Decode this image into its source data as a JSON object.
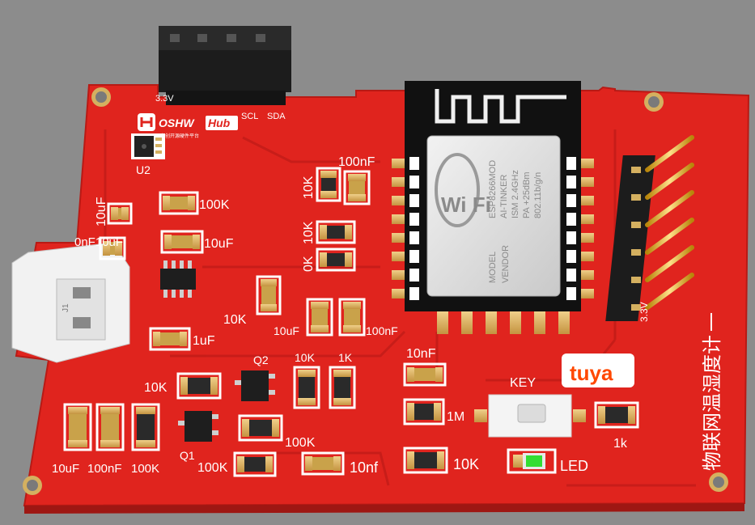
{
  "board": {
    "pcb_color": "#e0241e",
    "background_color": "#8c8c8c",
    "vertical_title": "物联网温湿度计",
    "vertical_title_suffix": "一",
    "header_labels": {
      "v33": "3.3V",
      "scl": "SCL",
      "sda": "SDA",
      "right_v33": "3.3V"
    }
  },
  "logo": {
    "brand_left": "OSHW",
    "brand_right": "Hub",
    "tagline": "立创开源硬件平台"
  },
  "module": {
    "line1": "ESP8266MOD",
    "line2": "AI-TINKER",
    "line3": "ISM   2.4GHz",
    "line4": "PA   +25dBm",
    "line5": "802.11b/g/n",
    "model_label": "MODEL",
    "vendor_label": "VENDOR",
    "wifi_text": "Wi Fi"
  },
  "tuya": {
    "text": "tuya"
  },
  "labels": {
    "u2": "U2",
    "q1": "Q1",
    "q2": "Q2",
    "key": "KEY",
    "led": "LED",
    "j1": "J1",
    "c_100k_top": "100K",
    "c_10uf_left": "10uF",
    "c_10uf_left2": "0nF10uF",
    "c_10uf_mid": "10uF",
    "c_1uf": "1uF",
    "r_10k_mid": "10K",
    "r_10k_a": "10K",
    "r_100nf_top": "100nF",
    "r_10k_b": "10K",
    "r_0k": "0K",
    "c_10uf_low": "10uF",
    "c_100nf_low": "100nF",
    "r_10k_q": "10K",
    "r_10k_q2": "10K",
    "r_1k_q2": "1K",
    "r_100k_q": "100K",
    "r_100k_q1": "100K",
    "c_10nf_lower": "10nf",
    "c_10nf_right": "10nF",
    "r_1m": "1M",
    "r_10k_right": "10K",
    "r_1k_right": "1k",
    "bottom_10uf": "10uF",
    "bottom_100nf": "100nF",
    "bottom_100k": "100K"
  }
}
